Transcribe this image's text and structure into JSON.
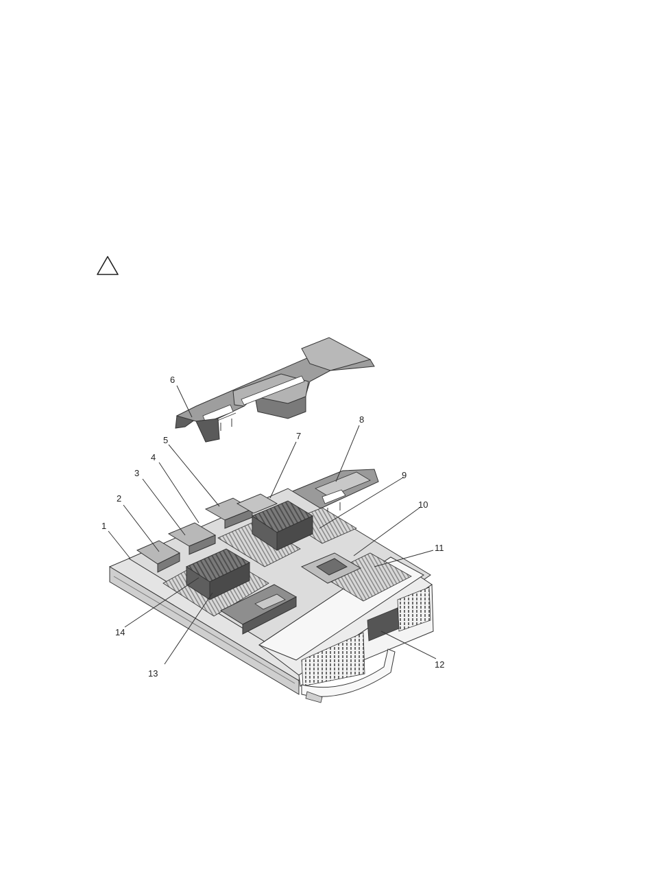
{
  "caution": {
    "icon": "caution-triangle-icon"
  },
  "figure": {
    "callouts": [
      "1",
      "2",
      "3",
      "4",
      "5",
      "6",
      "7",
      "8",
      "9",
      "10",
      "11",
      "12",
      "13",
      "14"
    ]
  },
  "colors": {
    "line": "#333333",
    "part_dark": "#6f6f6f",
    "part_mid": "#9a9a9a",
    "part_light": "#cfcfcf",
    "chassis_light": "#e6e6e6"
  }
}
